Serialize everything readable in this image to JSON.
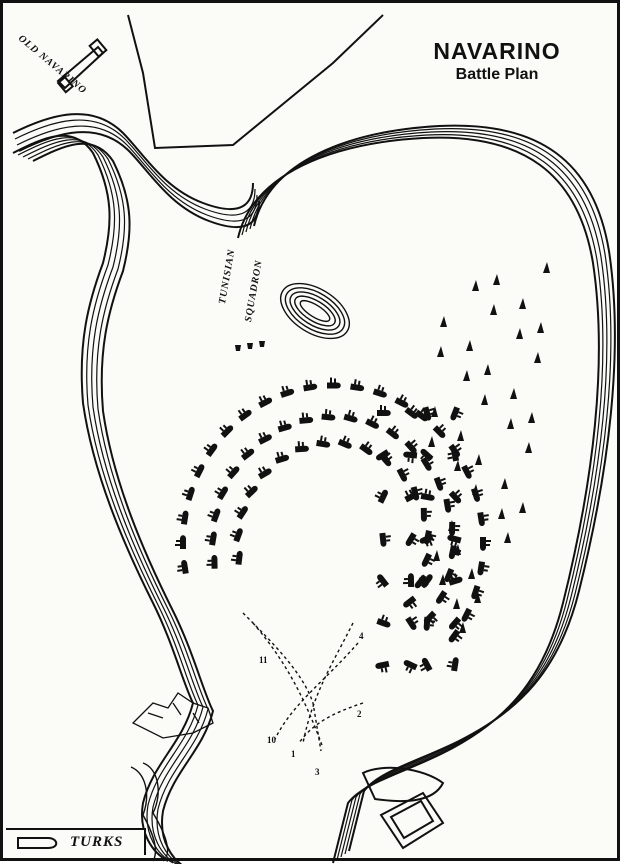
{
  "title": "NAVARINO",
  "subtitle": "Battle Plan",
  "labels": {
    "old_navarino": "OLD NAVARINO",
    "tunisian": "TUNISIAN",
    "squadron": "SQUADRON"
  },
  "legend": {
    "turks_label": "TURKS"
  },
  "ship_numbers": {
    "n1": "1",
    "n2": "2",
    "n3": "3",
    "n4": "4",
    "n10": "10",
    "n11": "11"
  },
  "colors": {
    "ink": "#111111",
    "paper": "#fbfbf8"
  }
}
